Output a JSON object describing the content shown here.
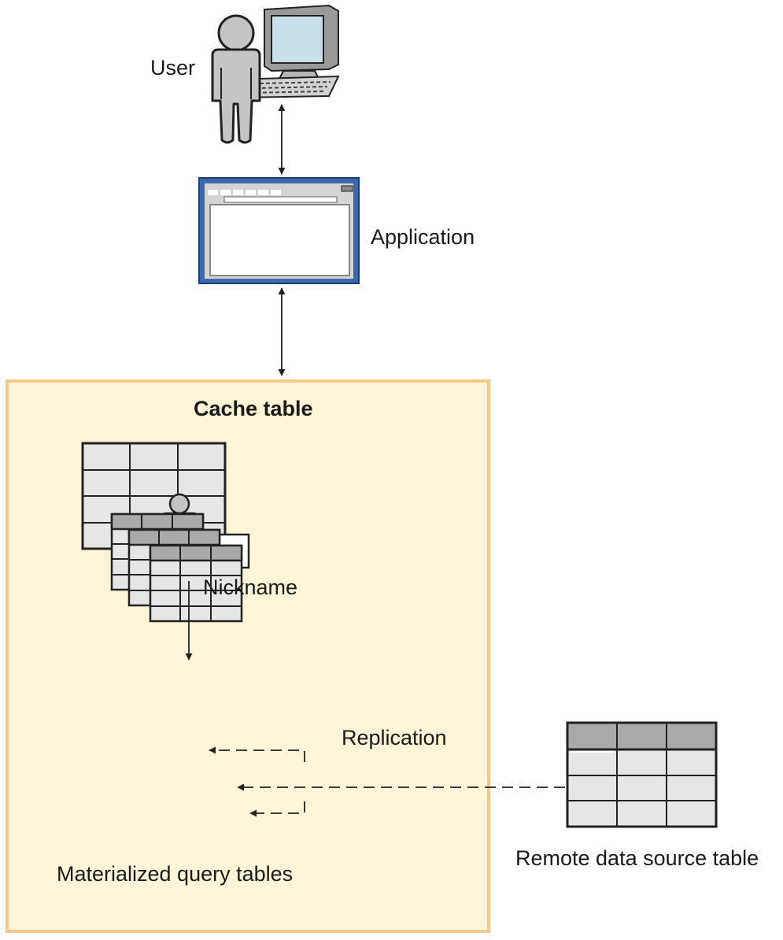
{
  "labels": {
    "user": "User",
    "application": "Application",
    "cache_table": "Cache table",
    "nickname": "Nickname",
    "replication": "Replication",
    "materialized_query_tables": "Materialized query tables",
    "remote_data_source_table": "Remote data source table"
  },
  "colors": {
    "cache_fill": "#fdf5d9",
    "cache_border": "#f3c98a",
    "window_frame": "#3d68ad",
    "table_header": "#a9a9a9",
    "table_body": "#e6e6e6",
    "person_fill": "#c4c4c4",
    "line": "#222222"
  }
}
